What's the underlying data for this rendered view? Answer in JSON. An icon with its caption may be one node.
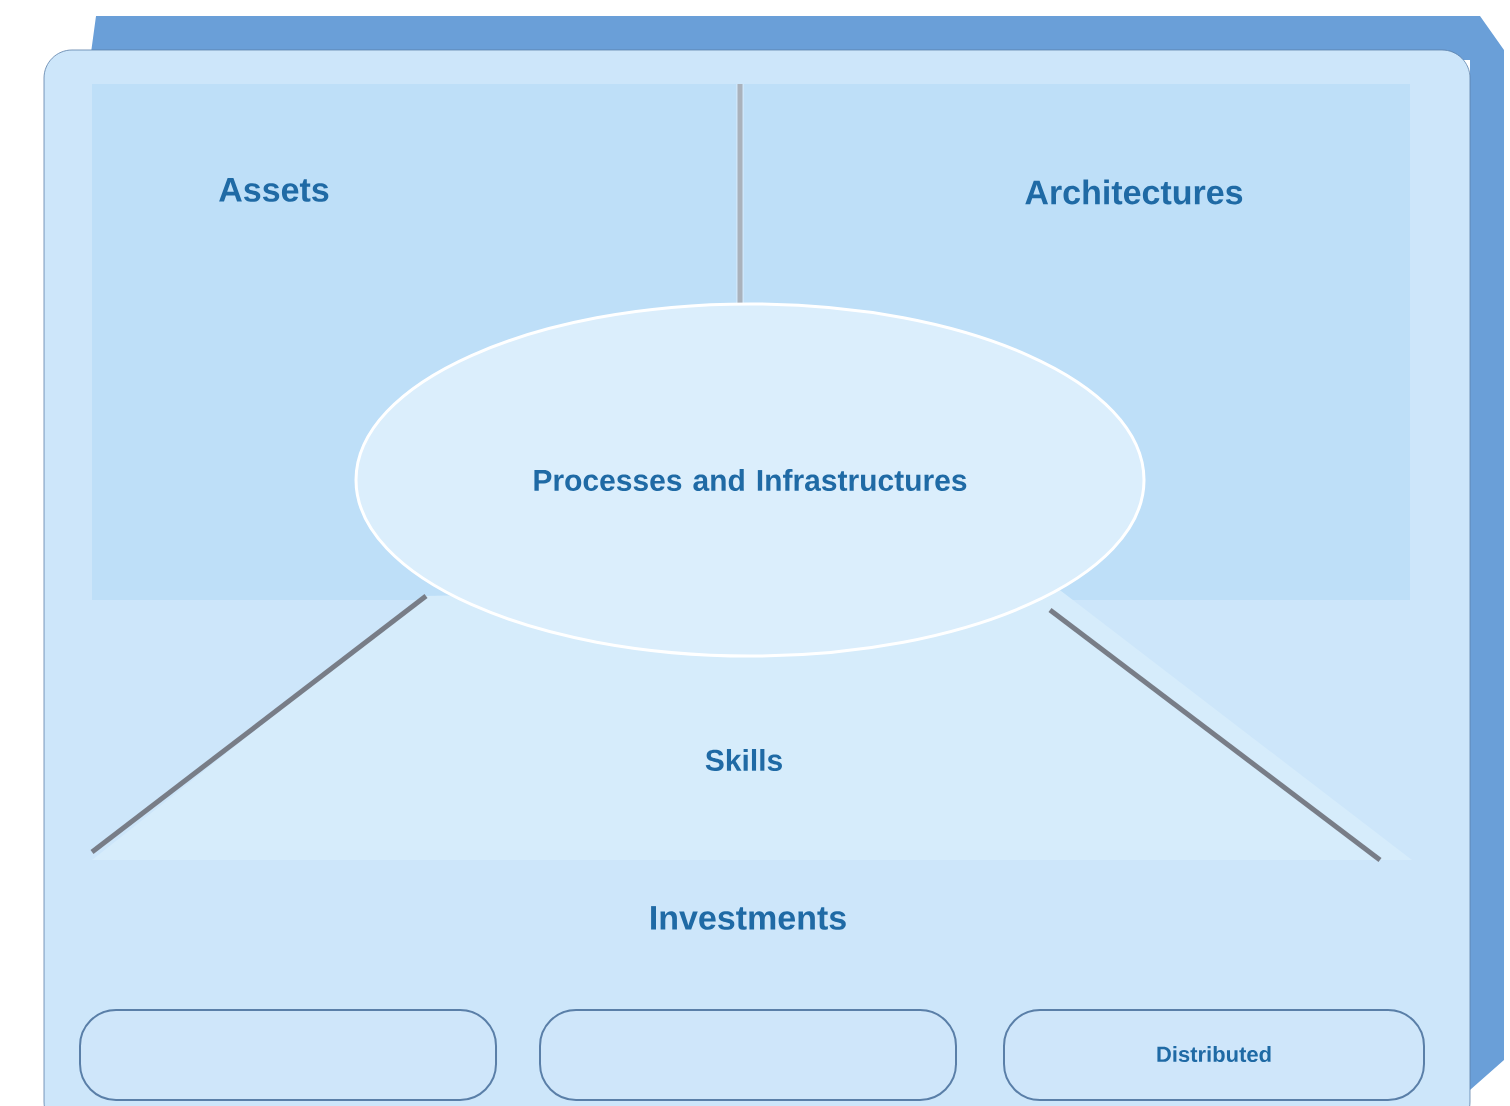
{
  "diagram": {
    "nodes": [
      {
        "text": [
          "Investments"
        ]
      },
      {
        "text": [
          "Assets"
        ],
        "in": 0
      },
      {
        "text": [
          "Architectures"
        ],
        "in": 0
      },
      {
        "text": [
          "Processes and Infrastructures"
        ],
        "in": 0
      },
      {
        "text": [
          "Skills"
        ],
        "in": 0
      },
      {
        "text": [],
        "shape": "box",
        "in": 0
      },
      {
        "text": [],
        "shape": "box",
        "in": 0
      },
      {
        "text": [
          "Distributed"
        ],
        "in": 0
      }
    ]
  }
}
